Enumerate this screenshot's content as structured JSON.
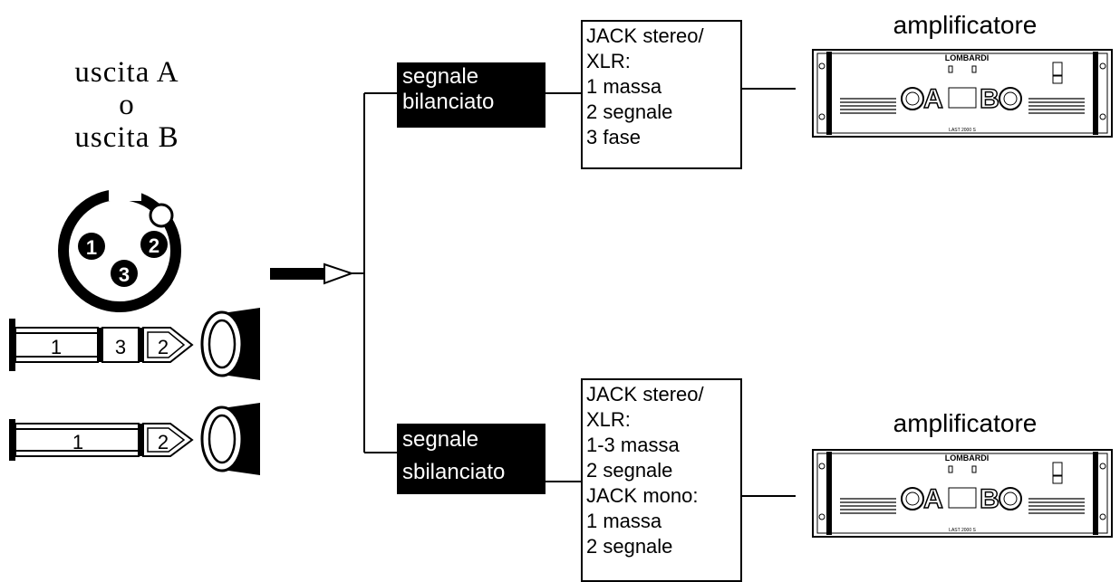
{
  "connector_panel": {
    "title_line1": "uscita A",
    "title_line2": "o",
    "title_line3": "uscita B",
    "xlr_pins": [
      "1",
      "2",
      "3"
    ],
    "stereo_jack_labels": [
      "1",
      "3",
      "2"
    ],
    "mono_jack_labels": [
      "1",
      "2"
    ]
  },
  "balanced": {
    "label_line1": "segnale",
    "label_line2": "bilanciato",
    "info": [
      "JACK stereo/",
      "XLR:",
      "1 massa",
      "2 segnale",
      "3 fase"
    ],
    "amp_title": "amplificatore"
  },
  "unbalanced": {
    "label_line1": "segnale",
    "label_line2": "sbilanciato",
    "info": [
      "JACK stereo/",
      "XLR:",
      "1-3 massa",
      "2 segnale",
      "JACK mono:",
      "1 massa",
      "2 segnale"
    ],
    "amp_title": "amplificatore"
  },
  "amplifier": {
    "brand": "LOMBARDI",
    "model": "LAST 2000 S",
    "channel_a": "A",
    "channel_b": "B"
  }
}
